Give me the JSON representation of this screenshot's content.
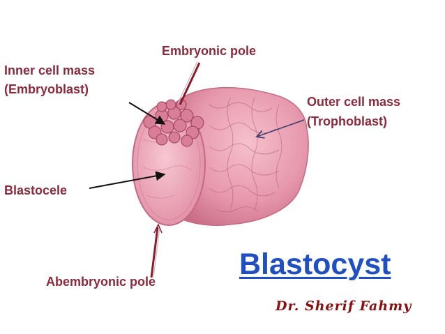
{
  "labels": {
    "embryonic_pole": "Embryonic pole",
    "inner_cell_mass_line1": "Inner cell mass",
    "inner_cell_mass_line2": "(Embryoblast)",
    "outer_cell_mass_line1": "Outer cell mass",
    "outer_cell_mass_line2": "(Trophoblast)",
    "blastocele": "Blastocele",
    "abembryonic_pole": "Abembryonic pole"
  },
  "title": "Blastocyst",
  "author": "Dr. Sherif Fahmy",
  "colors": {
    "label_maroon": "#8b2a3c",
    "label_blue": "#1f4db5",
    "title_blue": "#1f4fc2",
    "author_red": "#8b0f10",
    "cell_pink": "#e79aae"
  }
}
